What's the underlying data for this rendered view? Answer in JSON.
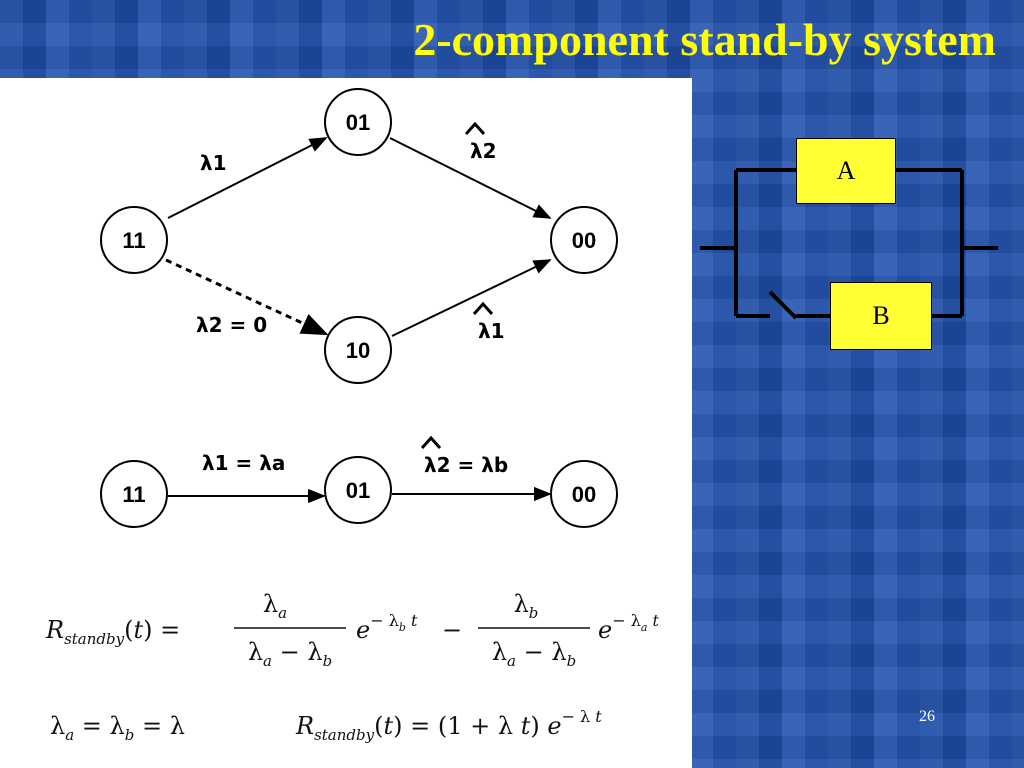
{
  "title": "2-component stand-by system",
  "page_number": "26",
  "markov_full": {
    "nodes": [
      "11",
      "01",
      "10",
      "00"
    ],
    "rate_11_01": "λ1",
    "rate_01_00": "λ2",
    "rate_11_10": "λ2 = 0",
    "rate_10_00": "λ1"
  },
  "markov_reduced": {
    "nodes": [
      "11",
      "01",
      "00"
    ],
    "rate_1": "λ1 = λa",
    "rate_2": "λ2 = λb"
  },
  "block_diagram": {
    "component_a": "A",
    "component_b": "B"
  },
  "formulas": {
    "standby_general": "R_standby(t) = λa/(λa − λb) e^(−λb t) − λb/(λa − λb) e^(−λa t)",
    "equal_rates_condition": "λa = λb = λ",
    "standby_equal": "R_standby(t) = (1 + λ t) e^(−λ t)"
  }
}
